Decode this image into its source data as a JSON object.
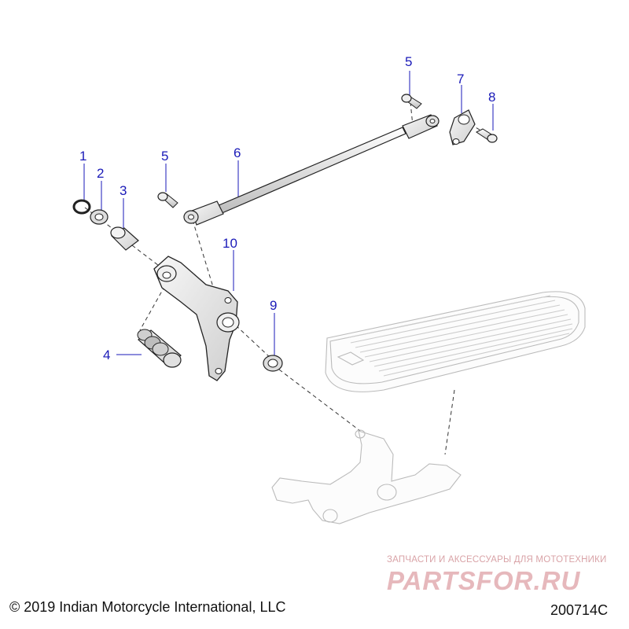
{
  "callouts": [
    "1",
    "2",
    "3",
    "4",
    "5",
    "5",
    "6",
    "7",
    "8",
    "9",
    "10"
  ],
  "footer": {
    "copyright": "© 2019 Indian Motorcycle International, LLC",
    "drawing_number": "200714C"
  },
  "watermark": {
    "tagline": "ЗАПЧАСТИ И АКСЕССУАРЫ ДЛЯ МОТОТЕХНИКИ",
    "logo_text": "PARTSFOR.RU"
  },
  "colors": {
    "callout": "#1a1ab8",
    "outline": "#222222",
    "ghost_outline": "#bbbbbb",
    "part_shade": "#e4e4e4",
    "watermark": "#e6b8bc"
  }
}
